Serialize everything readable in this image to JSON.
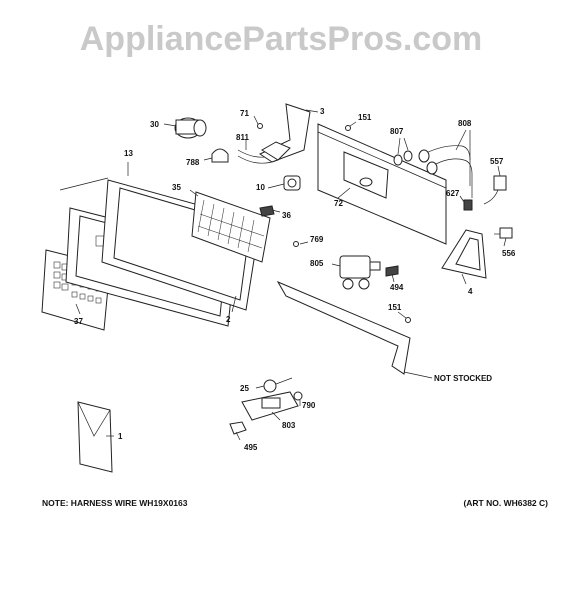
{
  "watermark": "AppliancePartsPros.com",
  "callouts": {
    "p1": "1",
    "p2": "2",
    "p3": "3",
    "p4": "4",
    "p10": "10",
    "p13": "13",
    "p25": "25",
    "p30": "30",
    "p35": "35",
    "p36": "36",
    "p37": "37",
    "p71": "71",
    "p72": "72",
    "p151a": "151",
    "p151b": "151",
    "p494": "494",
    "p495": "495",
    "p556": "556",
    "p557": "557",
    "p627": "627",
    "p769": "769",
    "p788": "788",
    "p790": "790",
    "p803": "803",
    "p805": "805",
    "p807": "807",
    "p808": "808",
    "p811": "811"
  },
  "not_stocked": "NOT STOCKED",
  "notes": {
    "harness": "NOTE: HARNESS WIRE WH19X0163",
    "art_no": "(ART NO. WH6382 C)"
  }
}
